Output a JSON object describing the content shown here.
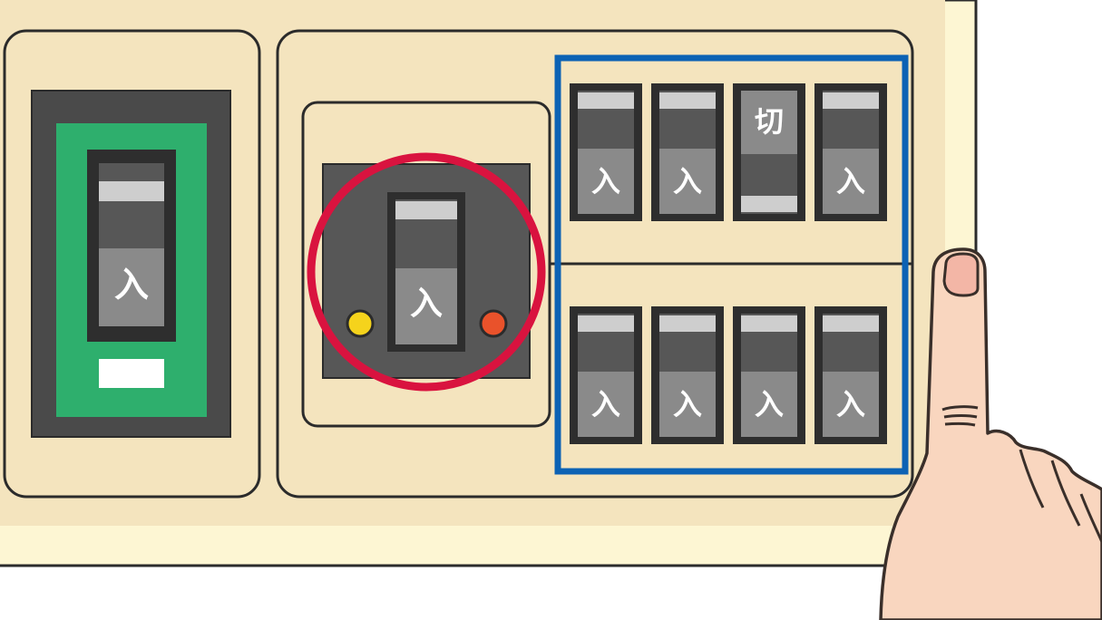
{
  "panel": {
    "main_breaker": {
      "label": "入",
      "state": "on"
    },
    "earth_leakage_breaker": {
      "label": "入",
      "state": "on",
      "highlighted": true,
      "indicator_colors": [
        "#F5D31C",
        "#E9522B"
      ]
    },
    "branch_breakers": {
      "highlighted": true,
      "top_row": [
        {
          "label": "入",
          "state": "on"
        },
        {
          "label": "入",
          "state": "on"
        },
        {
          "label": "切",
          "state": "off"
        },
        {
          "label": "入",
          "state": "on"
        }
      ],
      "bottom_row": [
        {
          "label": "入",
          "state": "on"
        },
        {
          "label": "入",
          "state": "on"
        },
        {
          "label": "入",
          "state": "on"
        },
        {
          "label": "入",
          "state": "on"
        }
      ]
    }
  },
  "colors": {
    "panel_body": "#FDF6D3",
    "panel_inner": "#F4E4BE",
    "highlight_circle": "#D9133F",
    "highlight_frame": "#0C62B4",
    "main_breaker_plate": "#2EAF6D",
    "skin": "#F9D6BF"
  }
}
